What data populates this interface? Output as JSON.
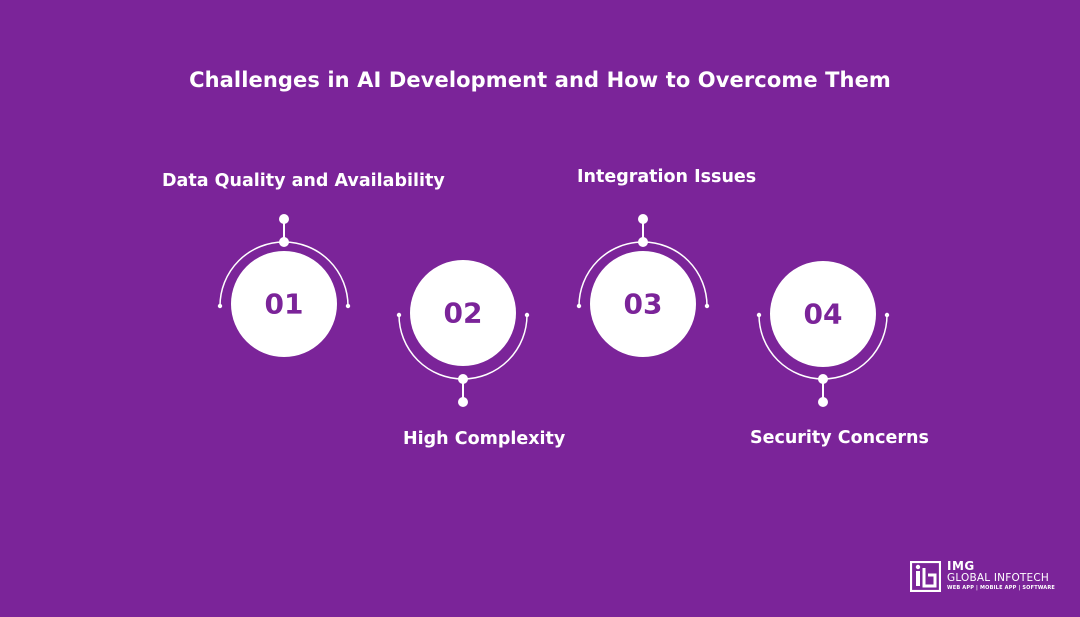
{
  "title": "Challenges in AI Development and How to Overcome Them",
  "items": [
    {
      "number": "01",
      "label": "Data Quality and Availability",
      "position": "top"
    },
    {
      "number": "02",
      "label": "High Complexity",
      "position": "bottom"
    },
    {
      "number": "03",
      "label": "Integration Issues",
      "position": "top"
    },
    {
      "number": "04",
      "label": "Security Concerns",
      "position": "bottom"
    }
  ],
  "logo": {
    "brand": "IMG",
    "name": "GLOBAL INFOTECH",
    "tagline": "WEB APP | MOBILE APP | SOFTWARE"
  },
  "colors": {
    "background": "#7b2499",
    "circle": "#ffffff",
    "number_text": "#7b2499",
    "text": "#ffffff"
  }
}
